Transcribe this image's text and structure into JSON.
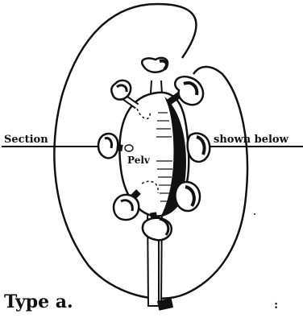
{
  "figure": {
    "section_left": "Section",
    "section_right": "shown below",
    "pelvis_label": "Pelv",
    "type_label": "Type a.",
    "colon_mark": ":",
    "ink_color": "#111111",
    "paper_color": "#ffffff"
  }
}
